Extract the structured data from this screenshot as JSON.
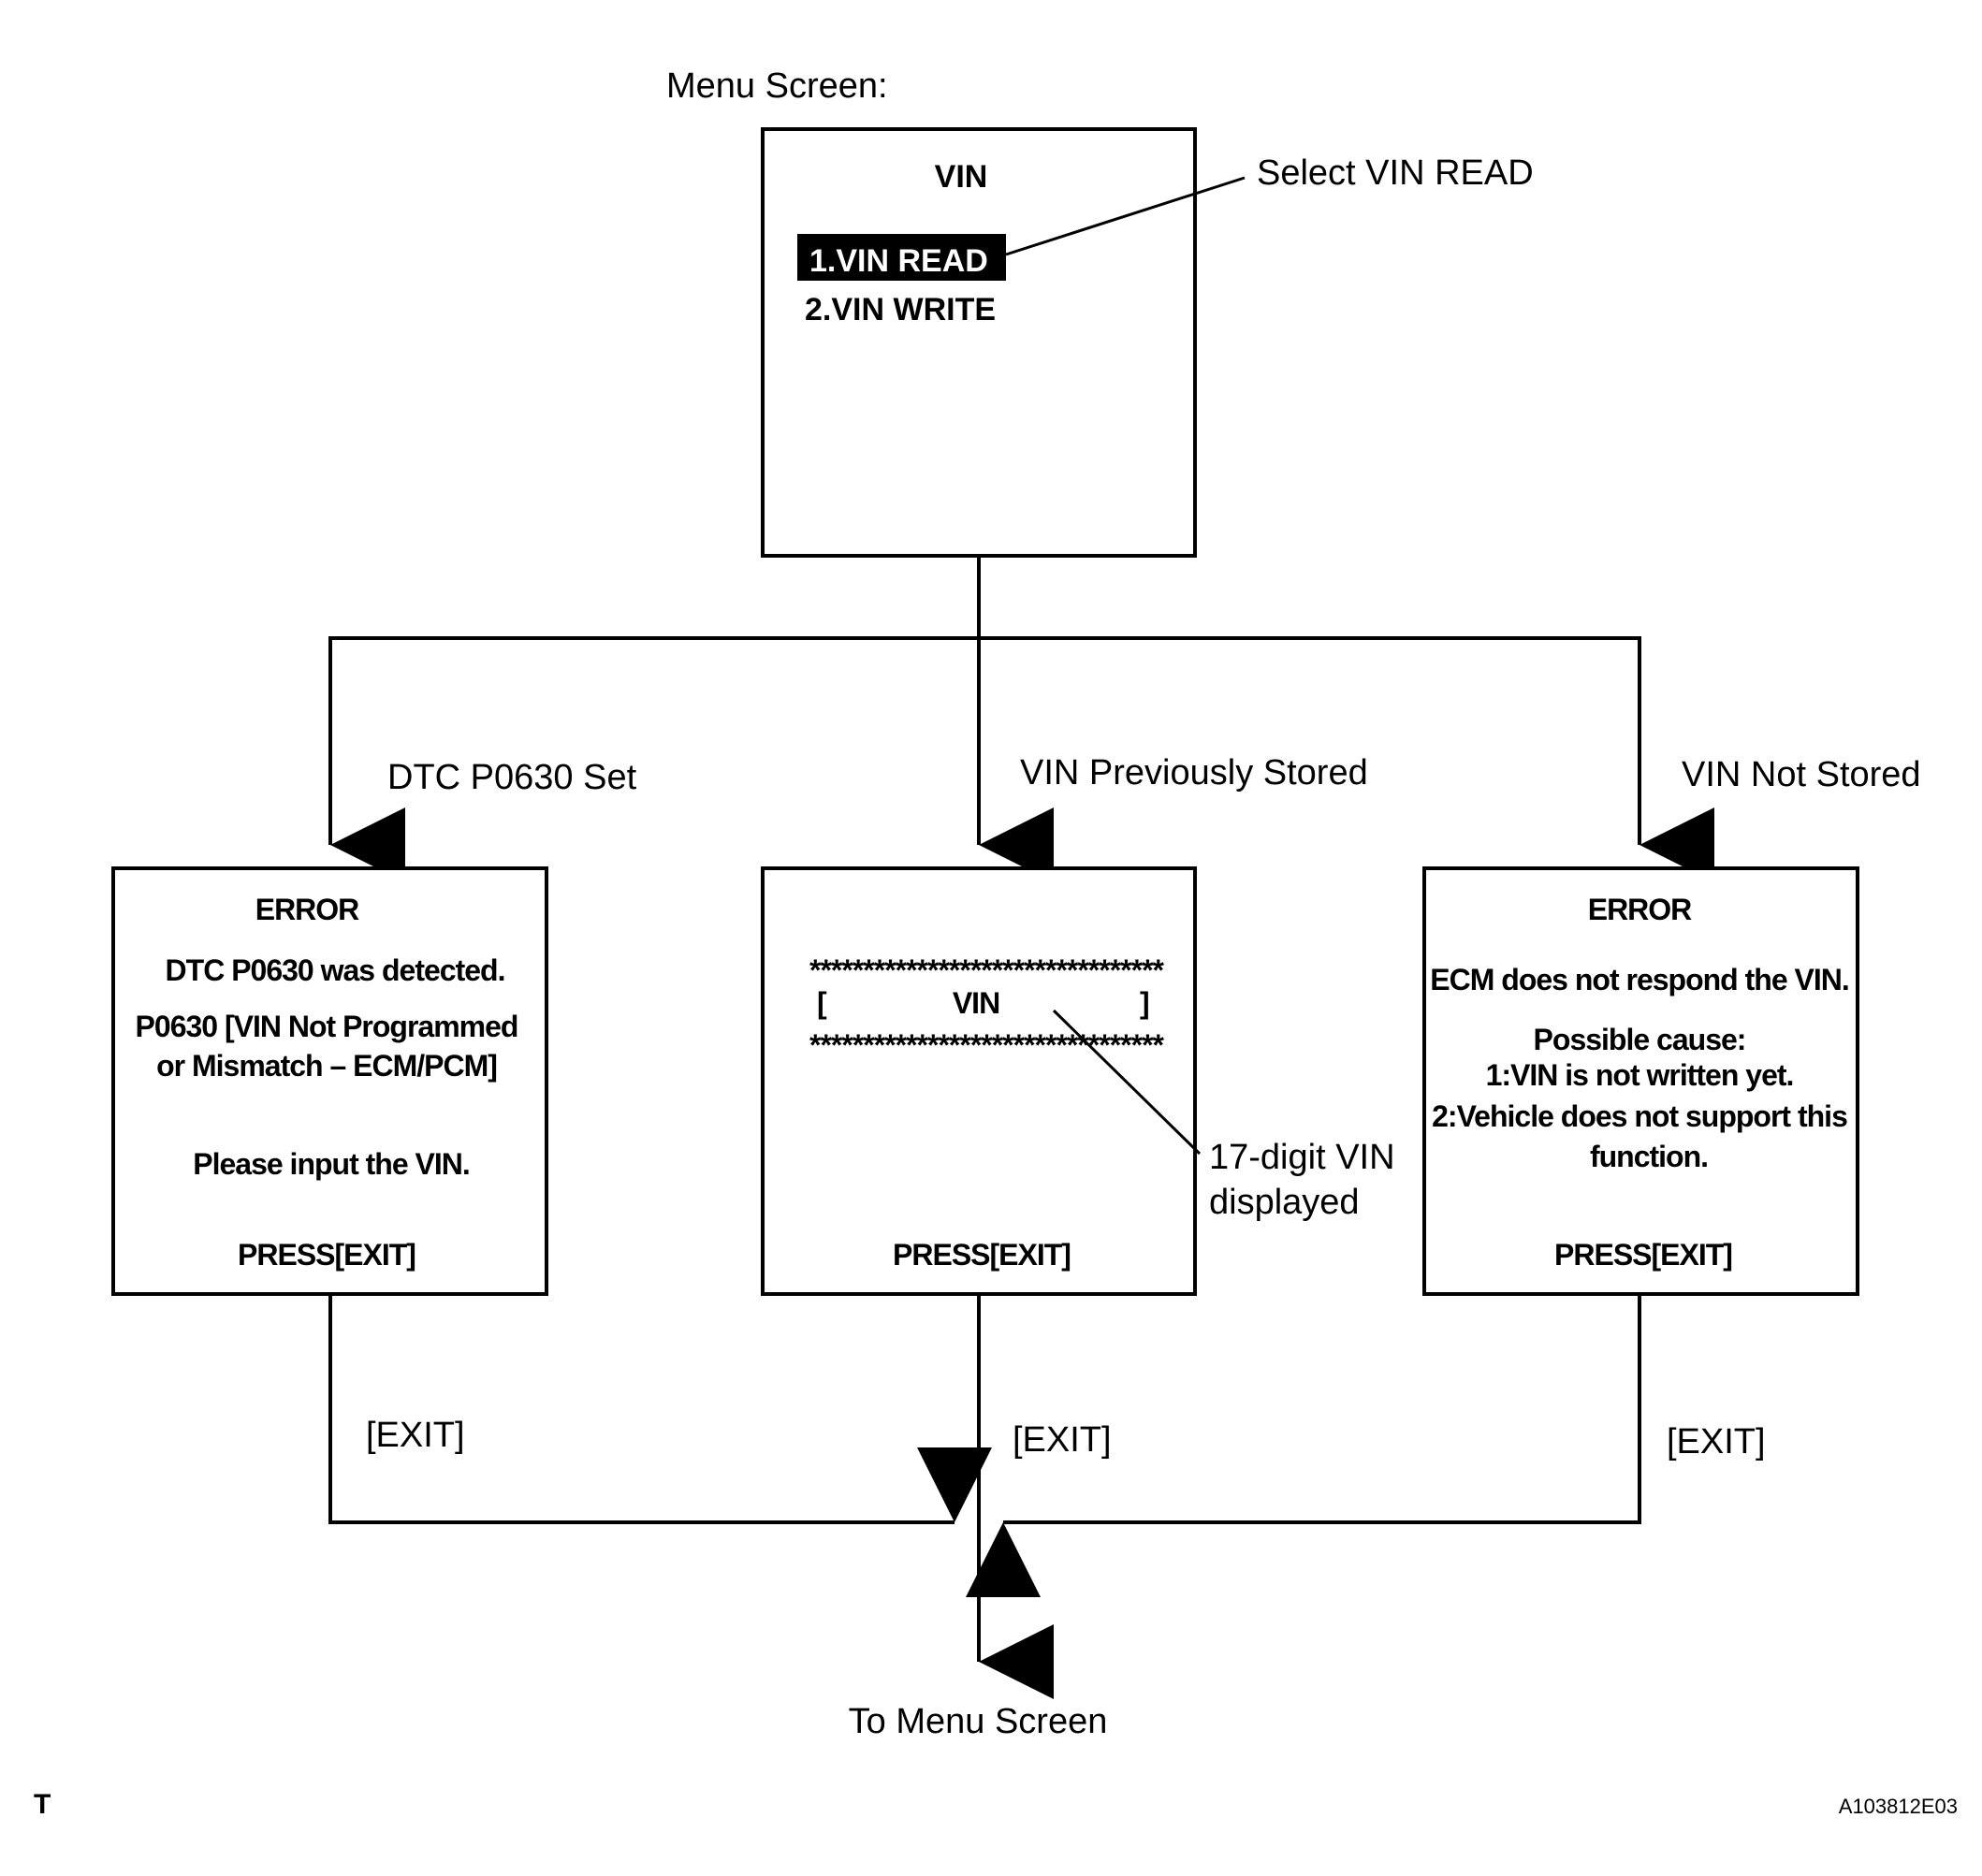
{
  "menu_caption": "Menu Screen:",
  "menu": {
    "title": "VIN",
    "item1": "1.VIN READ",
    "item2": "2.VIN WRITE"
  },
  "callout_select": "Select VIN READ",
  "branches": {
    "left": "DTC P0630 Set",
    "middle": "VIN Previously Stored",
    "right": "VIN Not Stored"
  },
  "left_screen": {
    "title": "ERROR",
    "line1": "DTC P0630 was detected.",
    "line2": "P0630  [VIN Not Programmed",
    "line3": "or Mismatch – ECM/PCM]",
    "line4": "Please input the VIN.",
    "press": "PRESS[EXIT]"
  },
  "middle_screen": {
    "stars_top": "*********************************",
    "bracket_left": "[",
    "vin": "VIN",
    "bracket_right": "]",
    "stars_bottom": "*********************************",
    "press": "PRESS[EXIT]"
  },
  "callout_vin": {
    "line1": "17-digit VIN",
    "line2": "displayed"
  },
  "right_screen": {
    "title": "ERROR",
    "line1": "ECM does not respond the VIN.",
    "line2": "Possible cause:",
    "line3": "1:VIN is not written yet.",
    "line4": "2:Vehicle does not support this",
    "line5": "function.",
    "press": "PRESS[EXIT]"
  },
  "exit_labels": {
    "left": "[EXIT]",
    "middle": "[EXIT]",
    "right": "[EXIT]"
  },
  "to_menu": "To Menu Screen",
  "corner_mark": "T",
  "figure_id": "A103812E03"
}
